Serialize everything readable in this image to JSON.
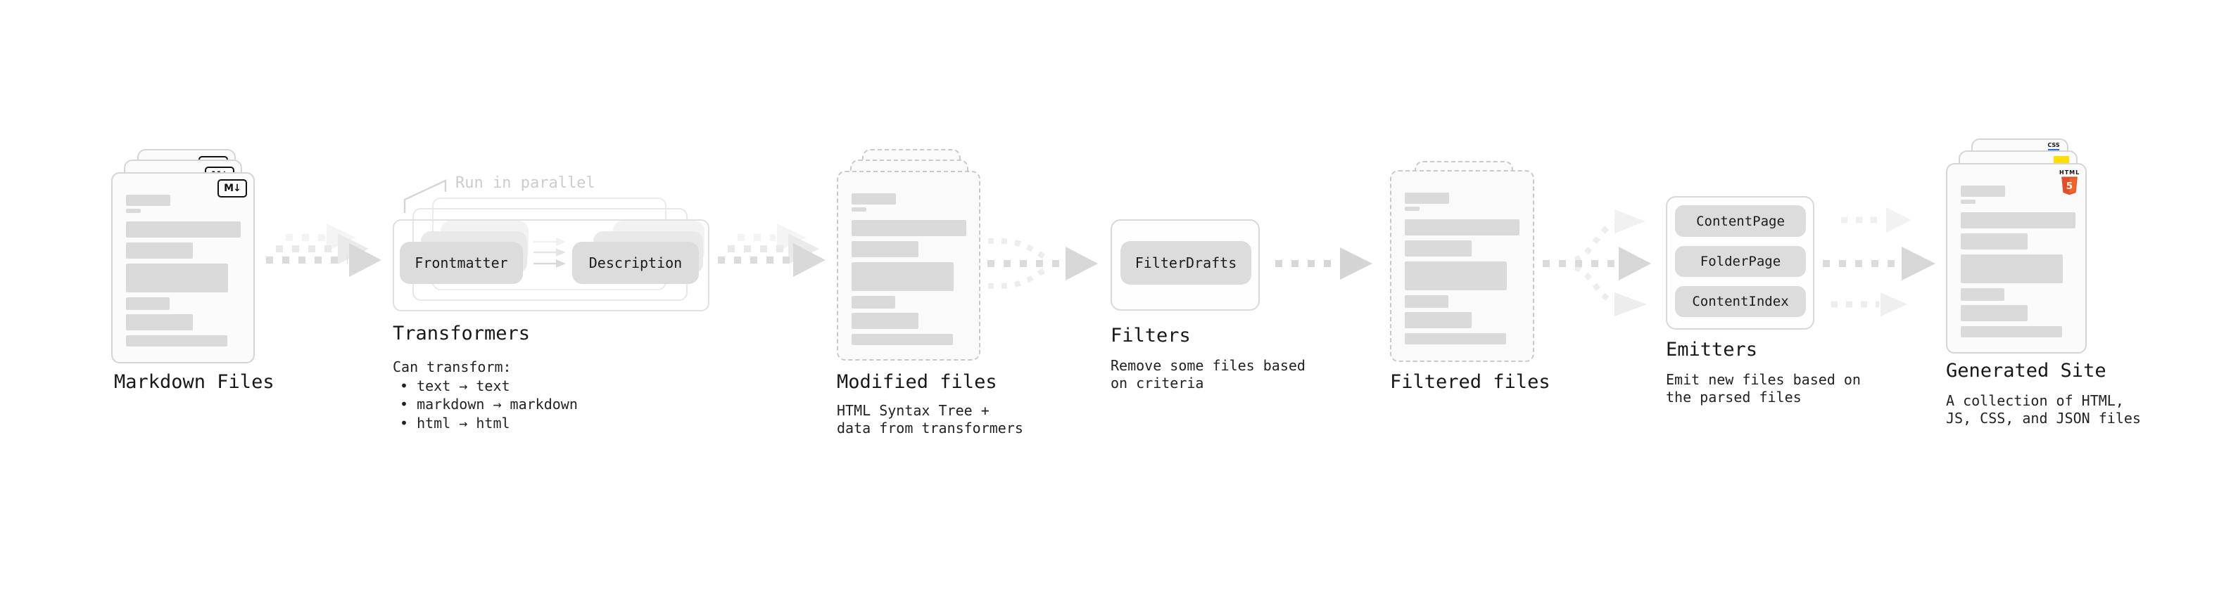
{
  "colors": {
    "html5_orange": "#e44d26",
    "html5_orange_light": "#f16529",
    "js_yellow": "#ffde00",
    "css_blue": "#2965f1",
    "node_gray": "#dcdcdc",
    "arrow_gray": "#d9d9d9"
  },
  "stages": {
    "markdown": {
      "title": "Markdown Files",
      "badge": "M↓"
    },
    "transformers": {
      "title": "Transformers",
      "annotation": "Run in parallel",
      "node_a": "Frontmatter",
      "node_b": "Description",
      "desc": [
        "Can transform:",
        "• text → text",
        "• markdown → markdown",
        "• html → html"
      ]
    },
    "modified": {
      "title": "Modified files",
      "desc": [
        "HTML Syntax Tree +",
        "data from transformers"
      ]
    },
    "filters": {
      "title": "Filters",
      "node": "FilterDrafts",
      "desc": [
        "Remove some files based",
        "on criteria"
      ]
    },
    "filtered": {
      "title": "Filtered files"
    },
    "emitters": {
      "title": "Emitters",
      "nodes": [
        "ContentPage",
        "FolderPage",
        "ContentIndex"
      ],
      "desc": [
        "Emit new files based on",
        "the parsed files"
      ]
    },
    "generated": {
      "title": "Generated Site",
      "badge_css": "CSS",
      "badge_html_word": "HTML",
      "badge_html_number": "5",
      "desc": [
        "A collection of HTML,",
        "JS, CSS, and JSON files"
      ]
    }
  }
}
